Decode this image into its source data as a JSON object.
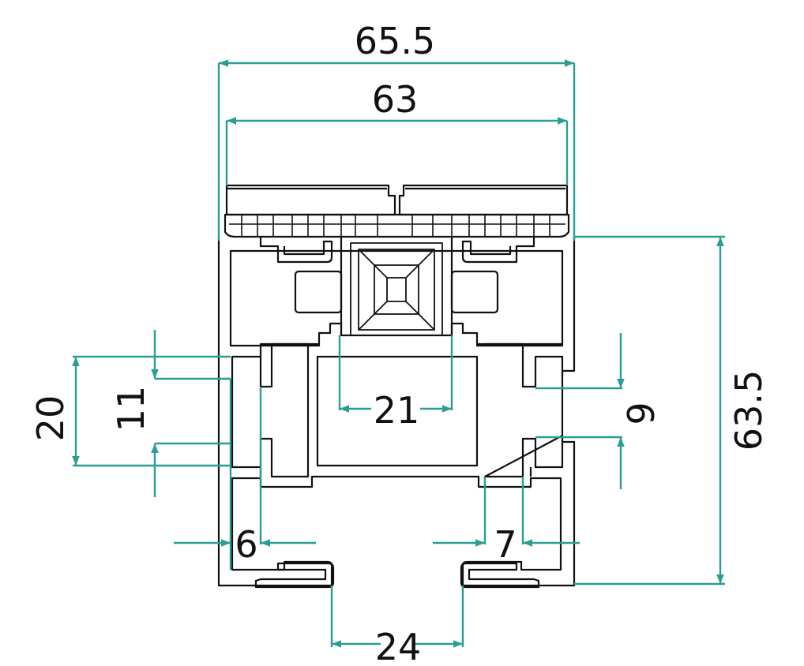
{
  "colors": {
    "dimension": "#2a9d95",
    "outline": "#111111",
    "background": "#ffffff"
  },
  "dimensions": {
    "overall_width": "65.5",
    "inner_width": "63",
    "overall_height": "63.5",
    "side_outer": "20",
    "side_inner": "11",
    "center_gap": "21",
    "right_gap": "9",
    "left_wall": "6",
    "right_wall": "7",
    "bottom_gap": "24"
  }
}
